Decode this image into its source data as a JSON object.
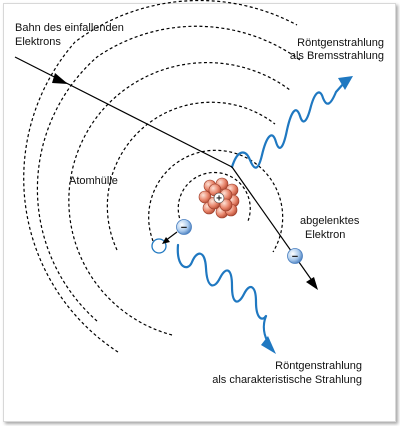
{
  "labels": {
    "incident_line1": "Bahn des einfallenden",
    "incident_line2": "Elektrons",
    "brems_line1": "Röntgenstrahlung",
    "brems_line2": "als Bremsstrahlung",
    "shell": "Atomhülle",
    "deflected_line1": "abgelenktes",
    "deflected_line2": "Elektron",
    "char_line1": "Röntgenstrahlung",
    "char_line2": "als charakteristische Strahlung"
  },
  "symbols": {
    "nucleus_charge": "+",
    "electron_charge": "−"
  },
  "colors": {
    "wave": "#1f78c1",
    "nucleus": "#e8846a",
    "electron": "#8fb8e4",
    "line": "#000000"
  }
}
